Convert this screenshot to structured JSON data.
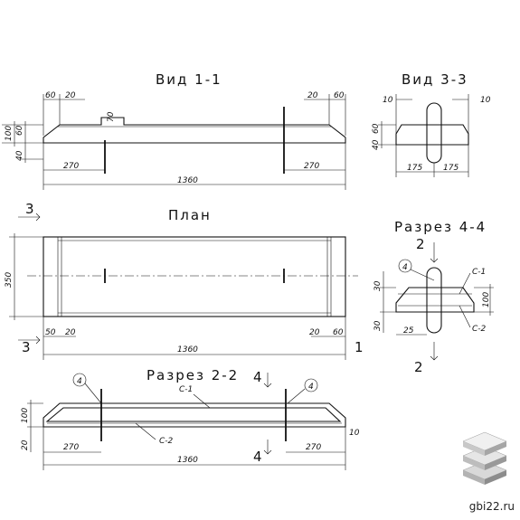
{
  "views": {
    "view11": {
      "title": "Вид 1-1",
      "d60l": "60",
      "d20l": "20",
      "d70": "70",
      "d20r": "20",
      "d60r": "60",
      "d100": "100",
      "d60v": "60",
      "d40": "40",
      "d270l": "270",
      "d270r": "270",
      "d1360": "1360"
    },
    "view33": {
      "title": "Вид 3-3",
      "d10l": "10",
      "d10r": "10",
      "d40": "40",
      "d60": "60",
      "d175l": "175",
      "d175r": "175"
    },
    "plan": {
      "title": "План",
      "d350": "350",
      "d50l": "50",
      "d20l": "20",
      "d20r": "20",
      "d60r": "60",
      "d1360": "1360",
      "mark3top": "3",
      "mark3bot": "3",
      "mark1": "1"
    },
    "section44": {
      "title": "Разрез 4-4",
      "mark2top": "2",
      "mark2bot": "2",
      "circle": "4",
      "c1": "С-1",
      "c2": "С-2",
      "d30a": "30",
      "d30b": "30",
      "d100": "100",
      "d25": "25"
    },
    "section22": {
      "title": "Разрез 2-2",
      "circleL": "4",
      "circleR": "4",
      "mark4top": "4",
      "mark4bot": "4",
      "c1": "С-1",
      "c2": "С-2",
      "d100": "100",
      "d20": "20",
      "d270l": "270",
      "d270r": "270",
      "d10": "10",
      "d1360": "1360"
    }
  },
  "brand": {
    "site": "gbi22.ru",
    "logo": "cube-stack-logo"
  }
}
